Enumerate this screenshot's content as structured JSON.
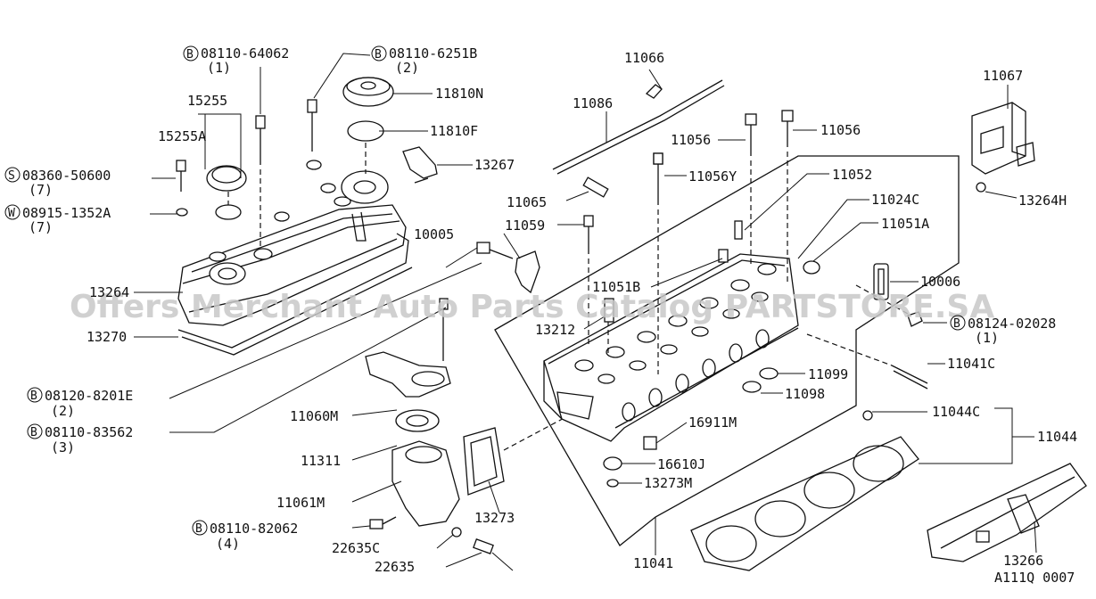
{
  "watermark": "Offers Merchant Auto Parts Catalog PARTSTORE.SA",
  "figure_code": "A111Q 0007",
  "parts": {
    "p08110_64062": "08110-64062",
    "p08110_64062_qty": "(1)",
    "p08110_6251B": "08110-6251B",
    "p08110_6251B_qty": "(2)",
    "p15255": "15255",
    "p15255A": "15255A",
    "p11810N": "11810N",
    "p11810F": "11810F",
    "p08360_50600": "08360-50600",
    "p08360_50600_qty": "(7)",
    "p08915_1352A": "08915-1352A",
    "p08915_1352A_qty": "(7)",
    "p13267": "13267",
    "p13264": "13264",
    "p13270": "13270",
    "p08120_8201E": "08120-8201E",
    "p08120_8201E_qty": "(2)",
    "p08110_83562": "08110-83562",
    "p08110_83562_qty": "(3)",
    "p11060M": "11060M",
    "p11311": "11311",
    "p11061M": "11061M",
    "p08110_82062": "08110-82062",
    "p08110_82062_qty": "(4)",
    "p22635C": "22635C",
    "p22635": "22635",
    "p13273": "13273",
    "p11066": "11066",
    "p11086": "11086",
    "p11065": "11065",
    "p11059": "11059",
    "p10005": "10005",
    "p11056a": "11056",
    "p11056b": "11056",
    "p11056Y": "11056Y",
    "p11052": "11052",
    "p11024C": "11024C",
    "p11051A": "11051A",
    "p11051B": "11051B",
    "p13212": "13212",
    "p10006": "10006",
    "p08124_02028": "08124-02028",
    "p08124_02028_qty": "(1)",
    "p11041C": "11041C",
    "p11099": "11099",
    "p11098": "11098",
    "p16911M": "16911M",
    "p16610J": "16610J",
    "p13273M": "13273M",
    "p11041": "11041",
    "p11044C": "11044C",
    "p11044": "11044",
    "p11067": "11067",
    "p13264H": "13264H",
    "p13266": "13266"
  },
  "prefix_letters": {
    "B": "B",
    "S": "S",
    "W": "W"
  }
}
